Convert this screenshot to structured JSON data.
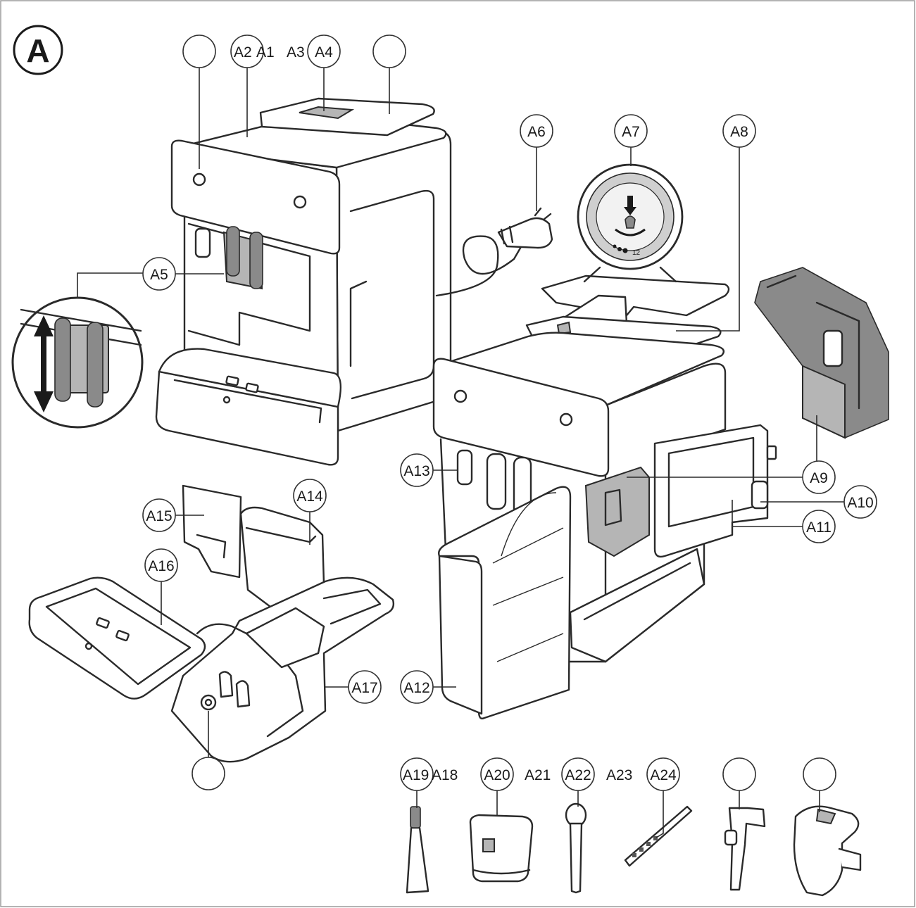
{
  "figure": {
    "panel_label": "A",
    "callouts": [
      "A1",
      "A2",
      "A3",
      "A4",
      "A5",
      "A6",
      "A7",
      "A8",
      "A9",
      "A10",
      "A11",
      "A12",
      "A13",
      "A14",
      "A15",
      "A16",
      "A17",
      "A18",
      "A19",
      "A20",
      "A21",
      "A22",
      "A23",
      "A24"
    ],
    "dial_mark": "12"
  }
}
